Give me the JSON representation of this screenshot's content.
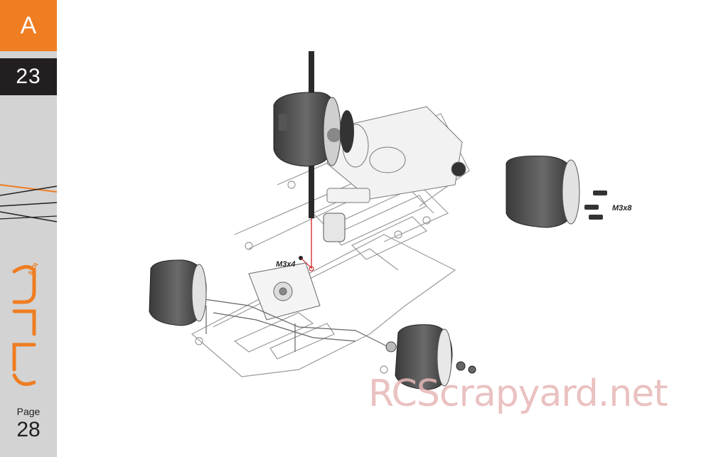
{
  "sidebar": {
    "section": "A",
    "step": "23",
    "page_label": "Page",
    "page_number": "28",
    "accent_color": "#ef7d22"
  },
  "callouts": {
    "screw_rear": "M3x8",
    "screw_servo": "M3x4"
  },
  "watermark": "RCScrapyard.net"
}
